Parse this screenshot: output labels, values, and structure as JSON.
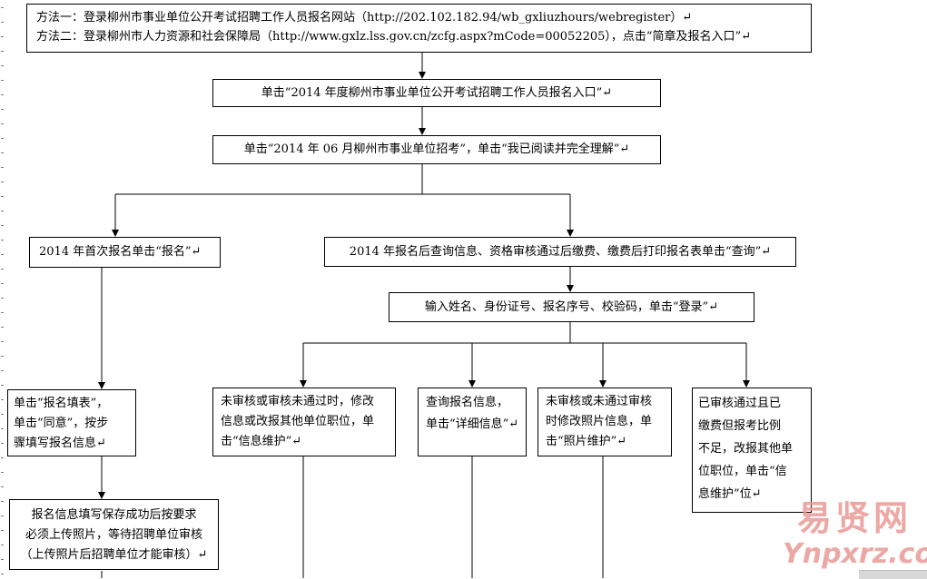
{
  "flowchart": {
    "top": {
      "line1": "方法一：登录柳州市事业单位公开考试招聘工作人员报名网站（http://202.102.182.94/wb_gxliuzhours/webregister）↵",
      "line2": "方法二：登录柳州市人力资源和社会保障局（http://www.gxlz.lss.gov.cn/zcfg.aspx?mCode=00052205），点击“简章及报名入口”↵"
    },
    "step2": "单击“2014 年度柳州市事业单位公开考试招聘工作人员报名入口”↵",
    "step3": "单击“2014 年 06 月柳州市事业单位招考”，单击“我已阅读并完全理解”↵",
    "first_reg": "2014 年首次报名单击“报名”↵",
    "after_reg": "2014 年报名后查询信息、资格审核通过后缴费、缴费后打印报名表单击“查询”↵",
    "login": "输入姓名、身份证号、报名序号、校验码，单击“登录”↵",
    "fill_form": {
      "line1": "单击“报名填表”，",
      "line2": "单击“同意”，按步",
      "line3": "骤填写报名信息↵"
    },
    "upload_photo": {
      "line1": "报名信息填写保存成功后按要求",
      "line2": "必须上传照片，等待招聘单位审核",
      "line3": "（上传照片后招聘单位才能审核）↵"
    },
    "info_maintain": {
      "line1": "未审核或审核未通过时，修改",
      "line2": "信息或改报其他单位职位，单",
      "line3": "击“信息维护”↵"
    },
    "query_info": {
      "line1": "查询报名信息，",
      "line2": "单击“详细信息”↵"
    },
    "photo_maintain": {
      "line1": "未审核或未通过审核",
      "line2": "时修改照片信息，单",
      "line3": "击“照片维护”↵"
    },
    "reapply": {
      "line1": "已审核通过且已",
      "line2": "缴费但报考比例",
      "line3": "不足，改报其他单",
      "line4": "位职位，单击“信",
      "line5": "息维护”位↵"
    }
  },
  "watermark": {
    "cn": "易贤网",
    "en": "Ynpxrz.com"
  },
  "colors": {
    "line": "#000000",
    "watermark": "#e99a95"
  }
}
